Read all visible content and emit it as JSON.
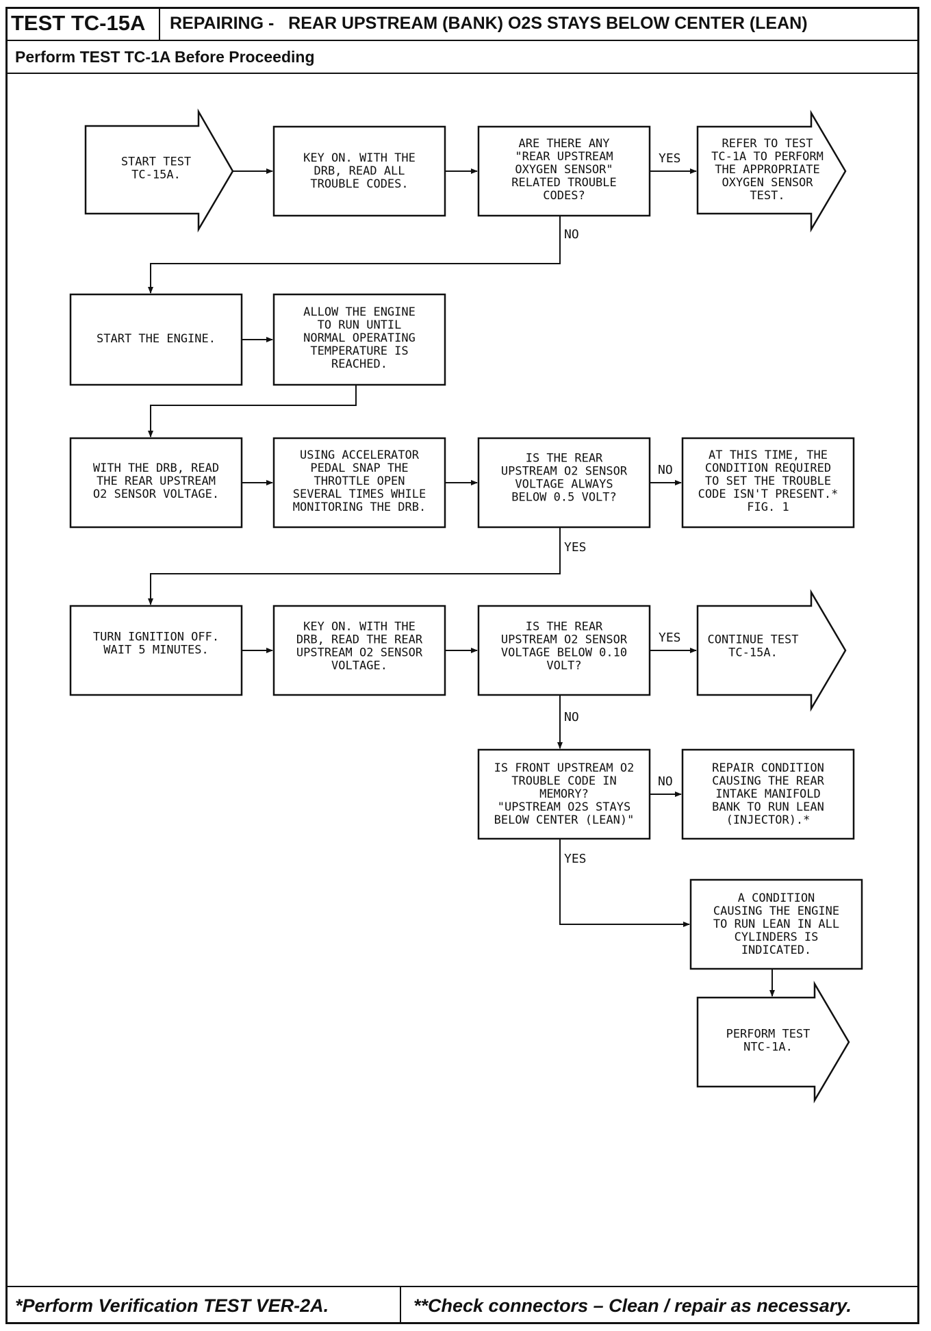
{
  "header": {
    "test_id": "TEST TC-15A",
    "title": "REPAIRING -   REAR UPSTREAM (BANK) O2S STAYS BELOW CENTER (LEAN)",
    "prerequisite": "Perform TEST TC-1A Before Proceeding"
  },
  "footer": {
    "left_note": "*Perform Verification TEST VER-2A.",
    "right_note": "**Check connectors – Clean / repair as necessary."
  },
  "nodes": {
    "start_test": [
      "START TEST",
      "TC-15A."
    ],
    "key_on_read_codes": [
      "KEY ON. WITH THE",
      "DRB, READ ALL",
      "TROUBLE CODES."
    ],
    "q_related_codes": [
      "ARE THERE ANY",
      "\"REAR UPSTREAM",
      "OXYGEN SENSOR\"",
      "RELATED TROUBLE",
      "CODES?"
    ],
    "refer_tc1a": [
      "REFER TO TEST",
      "TC-1A TO PERFORM",
      "THE APPROPRIATE",
      "OXYGEN SENSOR",
      "TEST."
    ],
    "start_engine": [
      "START THE ENGINE."
    ],
    "allow_engine": [
      "ALLOW THE ENGINE",
      "TO RUN UNTIL",
      "NORMAL OPERATING",
      "TEMPERATURE IS",
      "REACHED."
    ],
    "read_voltage": [
      "WITH THE DRB, READ",
      "THE REAR UPSTREAM",
      "O2 SENSOR VOLTAGE."
    ],
    "snap_throttle": [
      "USING ACCELERATOR",
      "PEDAL SNAP THE",
      "THROTTLE OPEN",
      "SEVERAL TIMES WHILE",
      "MONITORING THE DRB."
    ],
    "q_below_05": [
      "IS THE REAR",
      "UPSTREAM O2 SENSOR",
      "VOLTAGE ALWAYS",
      "BELOW 0.5 VOLT?"
    ],
    "not_present": [
      "AT THIS TIME, THE",
      "CONDITION REQUIRED",
      "TO SET THE TROUBLE",
      "CODE ISN'T PRESENT.*",
      "FIG. 1"
    ],
    "ignition_off": [
      "TURN IGNITION OFF.",
      "WAIT 5 MINUTES."
    ],
    "key_on_read_voltage": [
      "KEY ON. WITH THE",
      "DRB, READ THE REAR",
      "UPSTREAM O2 SENSOR",
      "VOLTAGE."
    ],
    "q_below_010": [
      "IS THE REAR",
      "UPSTREAM O2 SENSOR",
      "VOLTAGE BELOW 0.10",
      "VOLT?"
    ],
    "continue_test": [
      "CONTINUE TEST",
      "TC-15A."
    ],
    "q_front_code": [
      "IS FRONT UPSTREAM O2",
      "TROUBLE CODE IN",
      "MEMORY?",
      "\"UPSTREAM O2S STAYS",
      "BELOW CENTER (LEAN)\""
    ],
    "repair_condition": [
      "REPAIR CONDITION",
      "CAUSING THE REAR",
      "INTAKE MANIFOLD",
      "BANK TO RUN LEAN",
      "(INJECTOR).*"
    ],
    "all_cylinders": [
      "A CONDITION",
      "CAUSING THE ENGINE",
      "TO RUN LEAN IN ALL",
      "CYLINDERS IS",
      "INDICATED."
    ],
    "perform_ntc": [
      "PERFORM TEST",
      "NTC-1A."
    ]
  },
  "edge_labels": {
    "yes": "YES",
    "no": "NO"
  }
}
